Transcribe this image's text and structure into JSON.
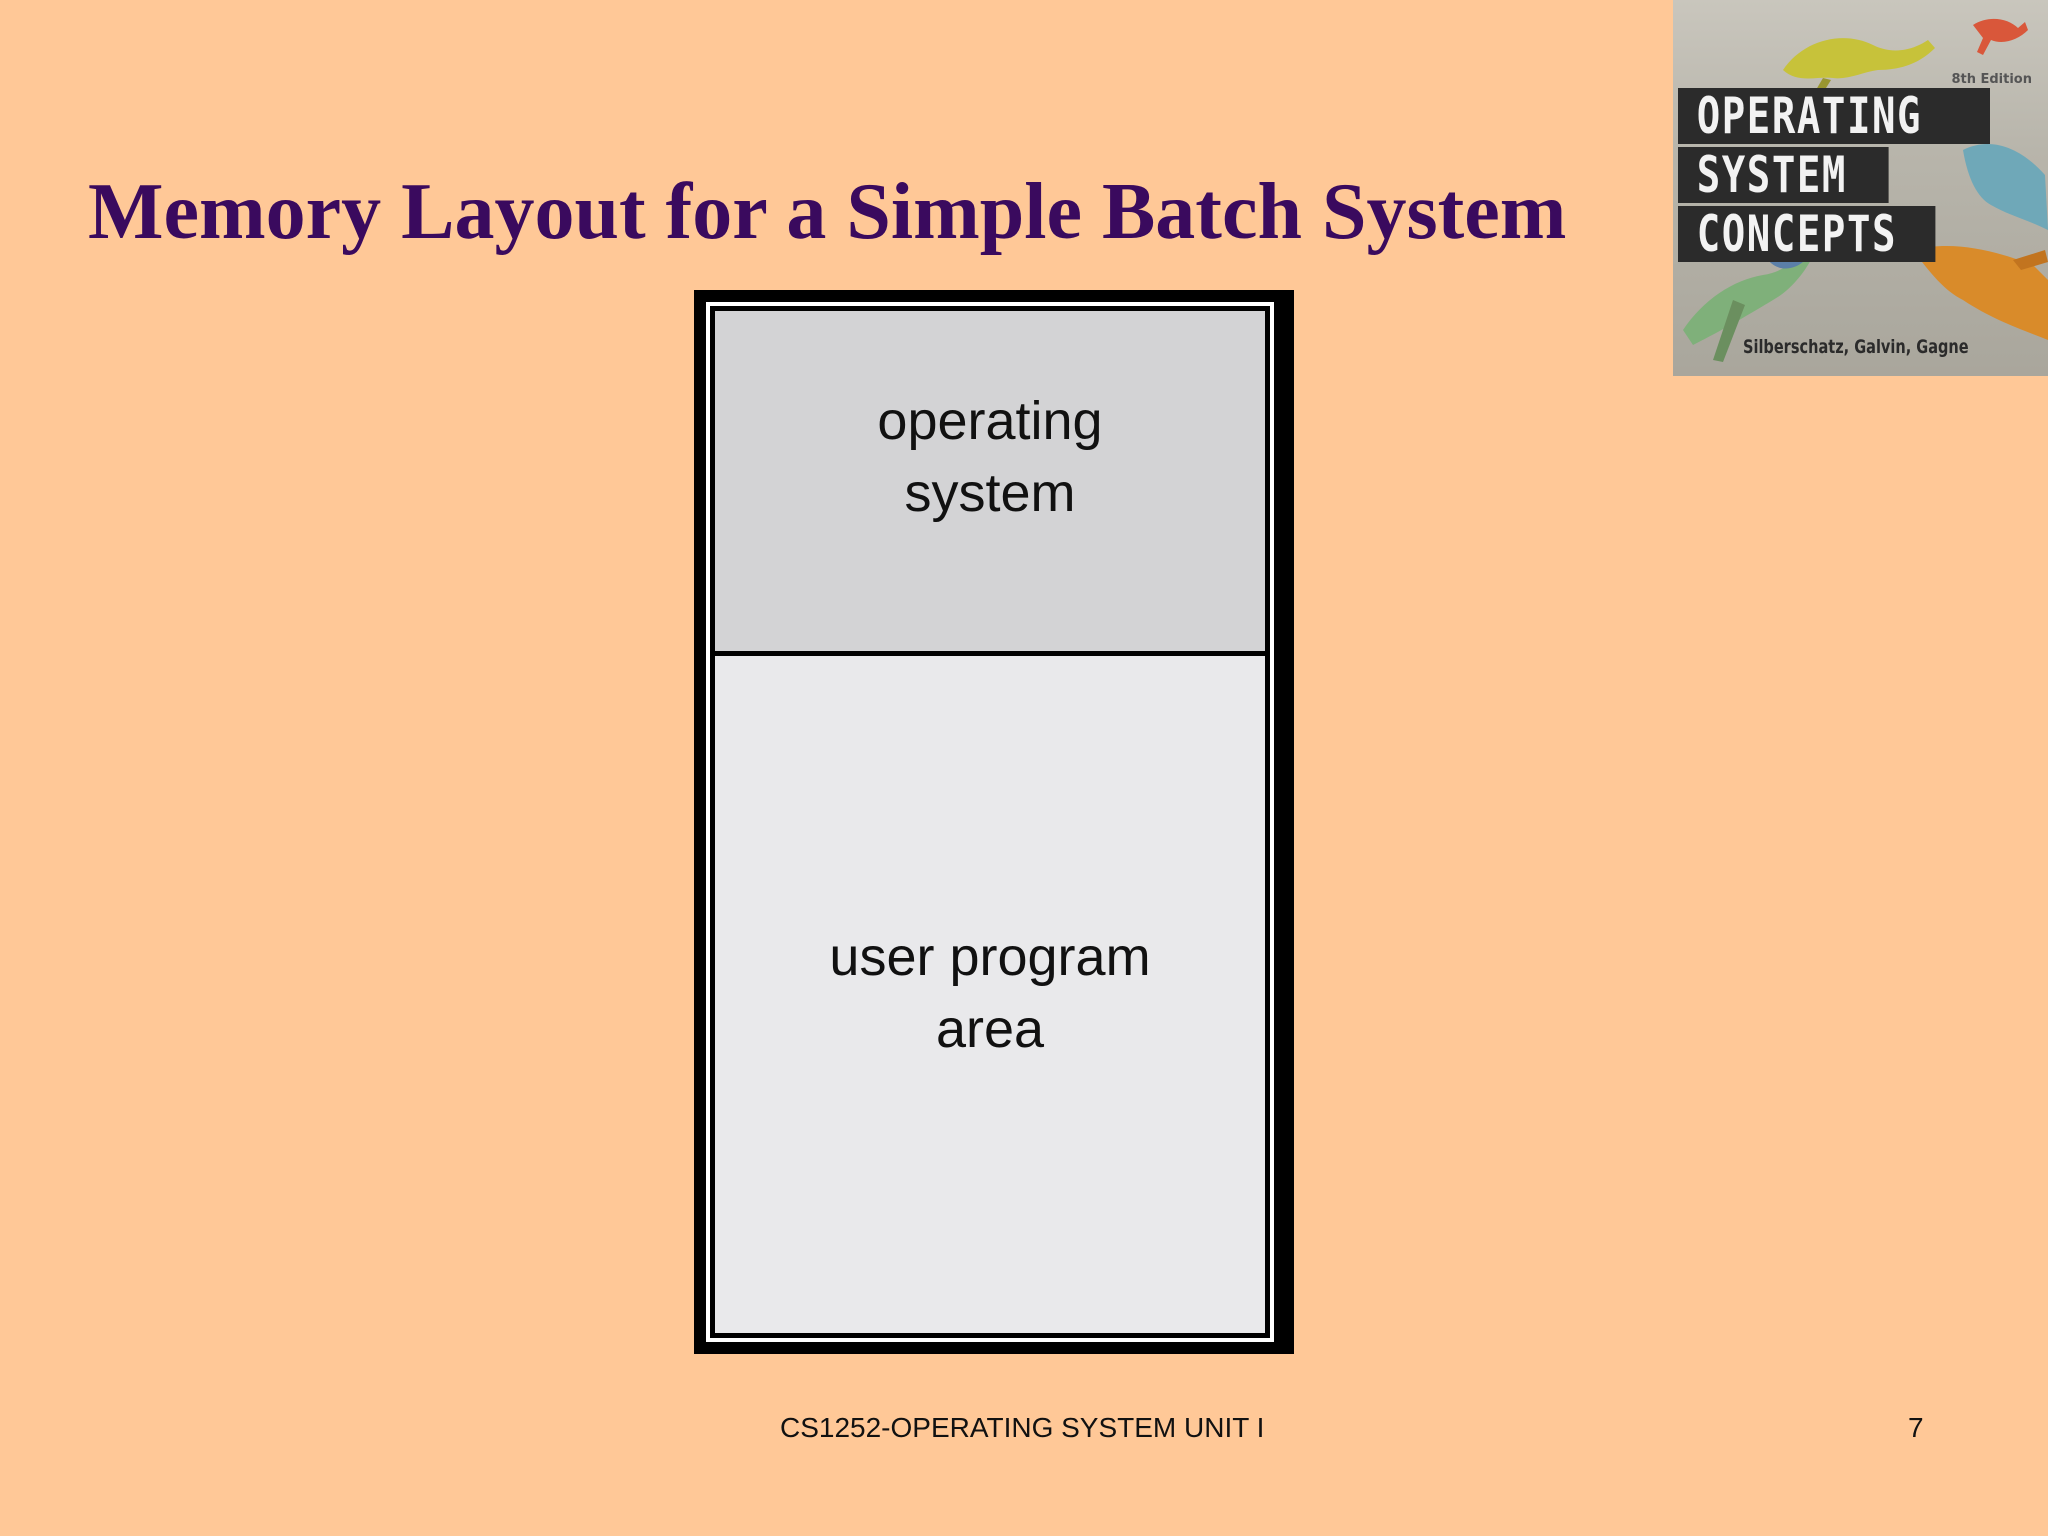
{
  "slide": {
    "title": "Memory Layout for a Simple Batch System",
    "footer": "CS1252-OPERATING SYSTEM UNIT I",
    "page_number": "7"
  },
  "memory_diagram": {
    "regions": [
      {
        "label_line1": "operating",
        "label_line2": "system"
      },
      {
        "label_line1": "user program",
        "label_line2": "area"
      }
    ]
  },
  "book_cover": {
    "edition": "8th Edition",
    "title_lines": [
      "OPERATING",
      "SYSTEM",
      "CONCEPTS"
    ],
    "authors": "Silberschatz, Galvin, Gagne"
  },
  "colors": {
    "background": "#FFC897",
    "title": "#3A0A5E",
    "os_region": "#D3D3D5",
    "user_region": "#E9E9EB"
  }
}
